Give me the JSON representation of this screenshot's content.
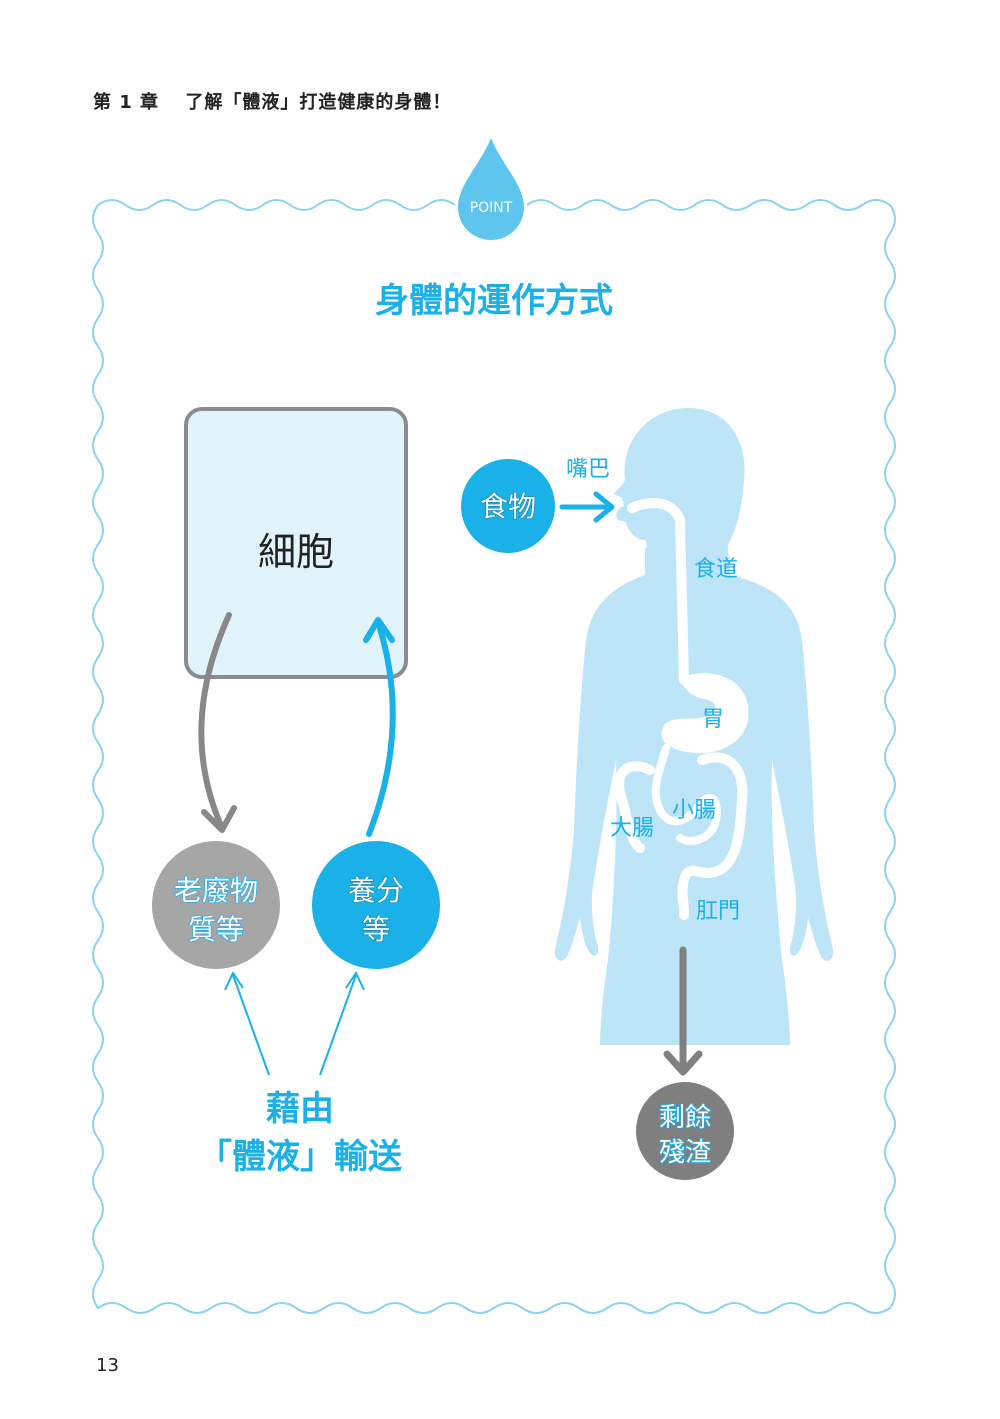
{
  "header": {
    "chapter": "第 1 章　 了解「體液」打造健康的身體！"
  },
  "point_badge": "POINT",
  "title": "身體的運作方式",
  "cell": {
    "label": "細胞"
  },
  "circles": {
    "waste": {
      "line1": "老廢物",
      "line2": "質等"
    },
    "nutrients": {
      "line1": "養分",
      "line2": "等"
    },
    "food": "食物",
    "residue": {
      "line1": "剩餘",
      "line2": "殘渣"
    }
  },
  "transport": {
    "line1": "藉由",
    "line2": "「體液」輸送"
  },
  "body_labels": {
    "mouth": "嘴巴",
    "esophagus": "食道",
    "stomach": "胃",
    "small_intestine": "小腸",
    "large_intestine": "大腸",
    "anus": "肛門"
  },
  "page_number": "13",
  "colors": {
    "accent_blue": "#1ab0e8",
    "light_blue": "#bde5f7",
    "gray": "#a6a6a6",
    "dark_gray": "#808080"
  }
}
